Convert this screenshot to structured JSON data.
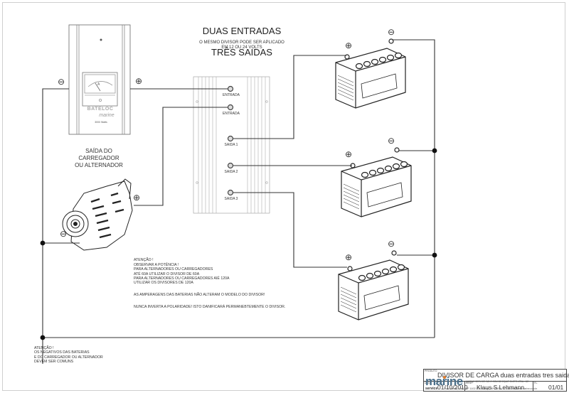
{
  "title": {
    "line1": "DUAS ENTRADAS",
    "line2": "TRÊS SAIDAS"
  },
  "subtitle": "O MESMO DIVISOR PODE SER APLICADO\nEM 12 OU 24 VOLTS",
  "charger": {
    "brand": "BATELOC",
    "logo": "marine",
    "model": "3000 Watts",
    "meter_unit": "A",
    "neg_symbol": "⊖",
    "pos_symbol": "⊕"
  },
  "charger_label": "SAÍDA DO\nCARREGADOR\nOU ALTERNADOR",
  "alternator": {
    "neg_symbol": "⊖",
    "pos_symbol": "⊕"
  },
  "divider": {
    "inputs": [
      {
        "label": "ENTRADA"
      },
      {
        "label": "ENTRADA"
      }
    ],
    "outputs": [
      {
        "label": "SAIDA 1"
      },
      {
        "label": "SAIDA 2"
      },
      {
        "label": "SAIDA 3"
      }
    ]
  },
  "batteries": [
    {
      "pos_symbol": "⊕",
      "neg_symbol": "⊖"
    },
    {
      "pos_symbol": "⊕",
      "neg_symbol": "⊖"
    },
    {
      "pos_symbol": "⊕",
      "neg_symbol": "⊖"
    }
  ],
  "notes": {
    "block1": "ATENÇÃO !\nOBSERVAR A POTÊNCIA !\nPARA ALTERNADORES OU CARREGADORES\nATÉ 60A UTILIZAR O DIVISOR DE 60A\nPARA ALTERNADORES OU CARREGADORES AIÉ 120A\nUTILIZAR OS DIVISORES DE 120A",
    "block2": "AS AMPERAGENS DAS BATERIAS NÃO ALTERAM O MODELO DO DIVISOR!",
    "block3": "NUNCA INVERTA A POLARIDADE! ISTO DANIFICARÁ PERMANEBTEMENTE O DIVISOR."
  },
  "negative_note": "ATENÇÃO !\nOS NEGATIVOS DAS BATERIAS\nE DO CARREGADOR OU ALTERNADOR\nDEVEM SER COMUNS",
  "title_block": {
    "produto_label": "PRODUTO",
    "produto": "DIVISOR DE CARGA duas entradas tres saidas",
    "data_label": "DATA",
    "data": "01/10/2010",
    "resp_label": "RESP.",
    "resp": "Klaus S Lehmann",
    "fl_label": "FL.",
    "fl": "01/01",
    "brand": "marine",
    "brand_sub": "service",
    "company": "MARINE SERVICE IND E COM DE EQUIP ELETR LTDA - ME",
    "address": "Rua Funchal, 1064  CEP 11432-000 Guarujá - SP FN/DX: 13  3358-2003 www.marine.com.br"
  },
  "colors": {
    "wire": "#333333",
    "outline": "#555555",
    "brand_blue": "#4a6f8a",
    "brand_orange": "#e07b2a"
  }
}
